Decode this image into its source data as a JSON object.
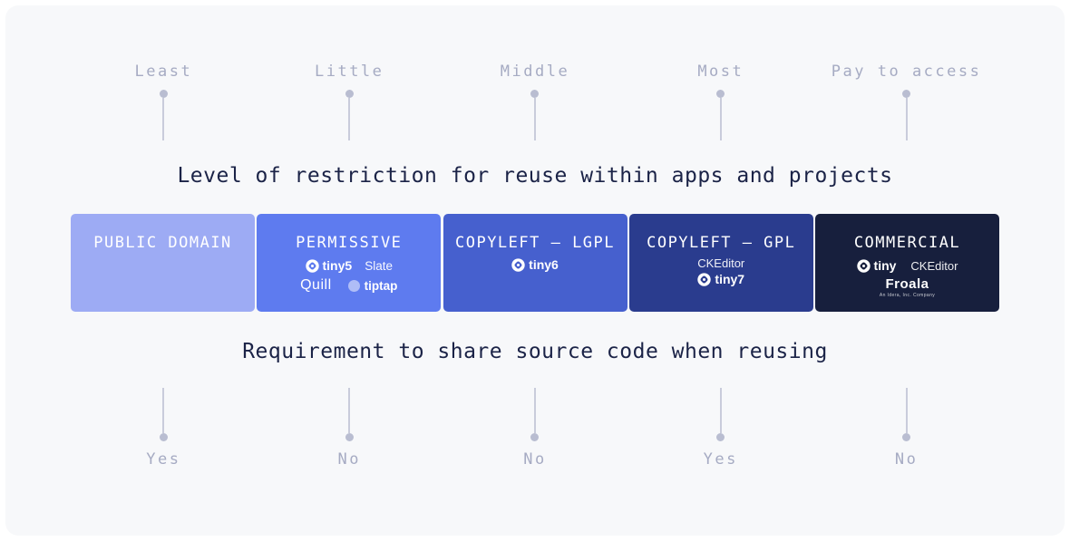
{
  "page": {
    "background": "#ffffff",
    "panel_background": "#f7f8fa"
  },
  "colors": {
    "marker_dot": "#b9bdd1",
    "marker_stem": "#c9ccdb",
    "axis_label_text": "#a6abc3",
    "axis_title_text": "#1b2347",
    "card_text": "#ffffff"
  },
  "top_axis": {
    "title": "Level of restriction for reuse within apps and projects",
    "labels": [
      "Least",
      "Little",
      "Middle",
      "Most",
      "Pay to access"
    ]
  },
  "bottom_axis": {
    "title": "Requirement to share source code when reusing",
    "labels": [
      "Yes",
      "No",
      "No",
      "Yes",
      "No"
    ]
  },
  "cards": [
    {
      "title": "PUBLIC DOMAIN",
      "color": "#9dabf4"
    },
    {
      "title": "PERMISSIVE",
      "color": "#5e7bef",
      "logos": {
        "tiny": "tiny5",
        "slate": "Slate",
        "quill": "Quill",
        "tiptap": "tiptap"
      }
    },
    {
      "title": "COPYLEFT — LGPL",
      "color": "#4660ce",
      "logos": {
        "tiny": "tiny6"
      }
    },
    {
      "title": "COPYLEFT — GPL",
      "color": "#2a3c8e",
      "logos": {
        "ckeditor": "CKEditor",
        "tiny": "tiny7"
      }
    },
    {
      "title": "COMMERCIAL",
      "color": "#171f3d",
      "logos": {
        "tiny": "tiny",
        "ckeditor": "CKEditor",
        "froala": "Froala",
        "froala_tagline": "An Idera, Inc. Company"
      }
    }
  ]
}
